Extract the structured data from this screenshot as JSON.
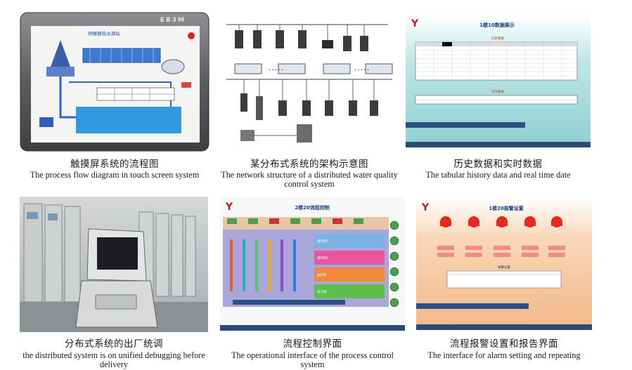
{
  "figures": [
    {
      "caption_zh": "触摸屏系统的流程图",
      "caption_en": "The process flow diagram in touch screen system",
      "device_brand": "EB3M",
      "screen_title": "供暖换热水源站"
    },
    {
      "caption_zh": "某分布式系统的架构示意图",
      "caption_en": "The network structure of a distributed water quality control system",
      "ellipsis": "• • • • •"
    },
    {
      "caption_zh": "历史数据和实时数据",
      "caption_en": "The tabular history data and real time date",
      "screen_title": "1楼10数据展示",
      "panel1_title": "历史数据",
      "panel2_title": "实时数据"
    },
    {
      "caption_zh": "分布式系统的出厂统调",
      "caption_en": "the distributed system is on unified debugging before delivery"
    },
    {
      "caption_zh": "流程控制界面",
      "caption_en": "The operational interface of the process control system",
      "screen_title": "2楼20流程控制",
      "row_labels": [
        "循环泵1",
        "循环泵2",
        "加药泵",
        "排污阀"
      ]
    },
    {
      "caption_zh": "流程报警设置和报告界面",
      "caption_en": "The interface for alarm setting and repeating",
      "screen_title": "1楼20报警设置",
      "panel_title": "报警设置"
    }
  ],
  "colors": {
    "panel_cyan": "#9fd9da",
    "panel_orange": "#f6c9a0",
    "panel_lavender": "#a9a6da",
    "alarm_red": "#e8281e",
    "taskbar": "#2b4a78"
  }
}
